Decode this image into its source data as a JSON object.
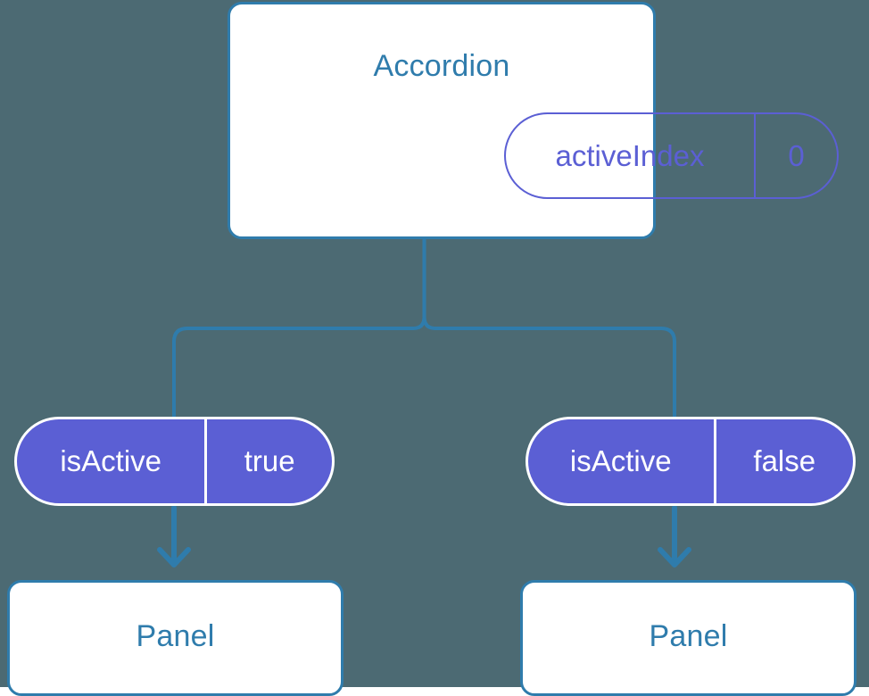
{
  "background_color": "#4c6a73",
  "colors": {
    "card_border": "#2f7cac",
    "card_fill": "#ffffff",
    "card_title_text": "#2f7cac",
    "pill_outline": "#5b5fd4",
    "pill_fill": "#5b5fd4",
    "pill_filled_text": "#ffffff",
    "connector": "#2f7cac"
  },
  "diagram": {
    "type": "component-tree",
    "parent": {
      "title": "Accordion",
      "props": [
        {
          "key": "activeIndex",
          "value": "0"
        }
      ]
    },
    "branches": [
      {
        "side": "left",
        "prop": {
          "key": "isActive",
          "value": "true"
        },
        "child": {
          "title": "Panel"
        }
      },
      {
        "side": "right",
        "prop": {
          "key": "isActive",
          "value": "false"
        },
        "child": {
          "title": "Panel"
        }
      }
    ]
  }
}
